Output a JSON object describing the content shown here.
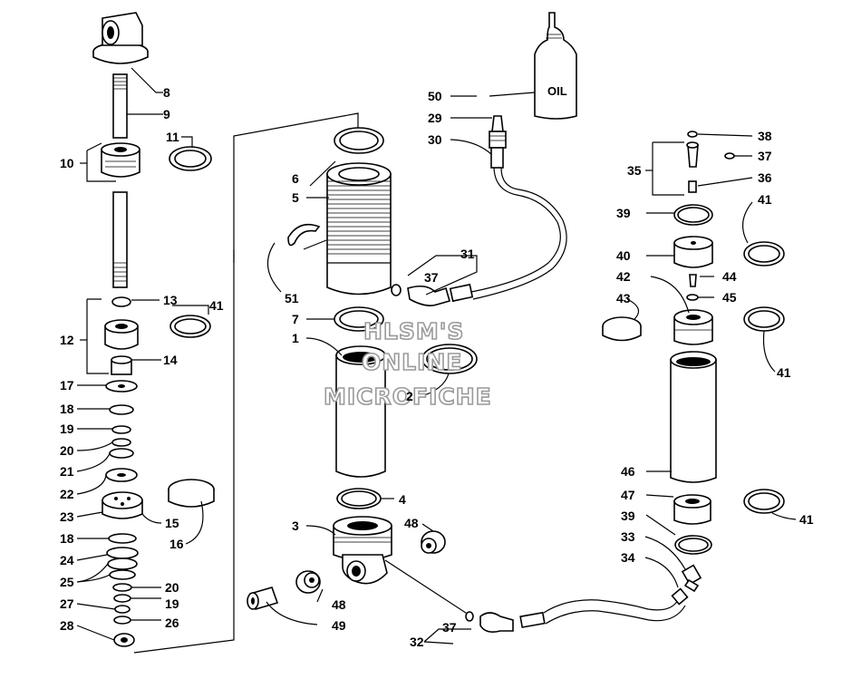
{
  "oil_bottle_label": "OIL",
  "watermark": {
    "line1": "HLSM'S",
    "line2": "ONLINE",
    "line3": "MICROFICHE",
    "color": "#9a9a9a"
  },
  "callouts": {
    "c1": "1",
    "c2": "2",
    "c3": "3",
    "c4": "4",
    "c5": "5",
    "c6": "6",
    "c7": "7",
    "c8": "8",
    "c9": "9",
    "c10": "10",
    "c11": "11",
    "c12": "12",
    "c13": "13",
    "c14": "14",
    "c15": "15",
    "c16": "16",
    "c17": "17",
    "c18a": "18",
    "c18b": "18",
    "c19a": "19",
    "c19b": "19",
    "c20a": "20",
    "c20b": "20",
    "c21": "21",
    "c22": "22",
    "c23": "23",
    "c24": "24",
    "c25": "25",
    "c26": "26",
    "c27": "27",
    "c28": "28",
    "c29": "29",
    "c30": "30",
    "c31": "31",
    "c32": "32",
    "c33": "33",
    "c34": "34",
    "c35": "35",
    "c36": "36",
    "c37a": "37",
    "c37b": "37",
    "c37c": "37",
    "c38": "38",
    "c39a": "39",
    "c39b": "39",
    "c40": "40",
    "c41a": "41",
    "c41b": "41",
    "c41c": "41",
    "c41d": "41",
    "c42": "42",
    "c43": "43",
    "c44": "44",
    "c45": "45",
    "c46": "46",
    "c47": "47",
    "c48a": "48",
    "c48b": "48",
    "c49": "49",
    "c50": "50",
    "c51": "51"
  }
}
